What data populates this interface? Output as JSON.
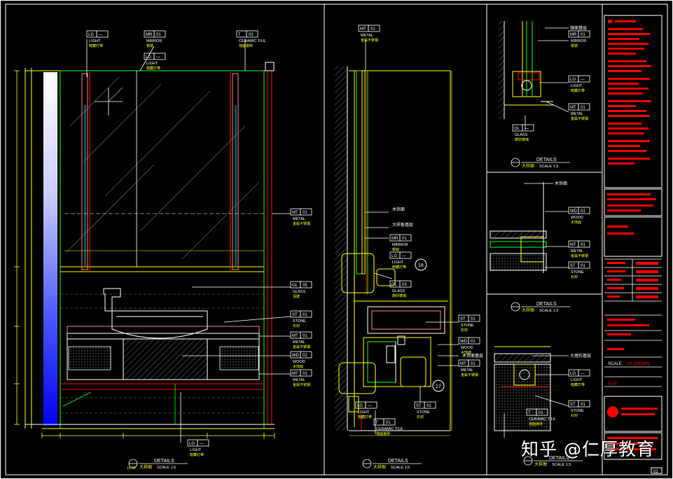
{
  "tags": {
    "left": [
      {
        "code": "LG",
        "no": "—",
        "name": "LIGHT",
        "sub": "暗藏灯带"
      },
      {
        "code": "MR",
        "no": "01",
        "name": "MIRROR",
        "sub": "银镜"
      },
      {
        "code": "LG",
        "no": "—",
        "name": "LIGHT",
        "sub": "暗藏灯带"
      },
      {
        "code": "T",
        "no": "02",
        "name": "CERAMIC TILE",
        "sub": "墙面瓷砖"
      },
      {
        "code": "MT",
        "no": "01",
        "name": "METAL",
        "sub": "金属不锈钢"
      },
      {
        "code": "GL",
        "no": "05",
        "name": "GLASS",
        "sub": "清玻"
      },
      {
        "code": "ST",
        "no": "01",
        "name": "STONE",
        "sub": "石材"
      },
      {
        "code": "MT",
        "no": "01",
        "name": "METAL",
        "sub": "金属不锈钢"
      },
      {
        "code": "WD",
        "no": "02",
        "name": "WOOD",
        "sub": "木饰面"
      },
      {
        "code": "MT",
        "no": "01",
        "name": "METAL",
        "sub": "金属不锈钢"
      },
      {
        "code": "LG",
        "no": "—",
        "name": "LIGHT",
        "sub": "暗藏灯带"
      }
    ],
    "middle": [
      {
        "code": "MT",
        "no": "01",
        "name": "METAL",
        "sub": "金属不锈钢"
      },
      {
        "code": "MR",
        "no": "01",
        "name": "MIRROR",
        "sub": "银镜"
      },
      {
        "code": "LG",
        "no": "—",
        "name": "LIGHT",
        "sub": "暗藏灯带"
      },
      {
        "code": "GL",
        "no": "03",
        "name": "GLASS",
        "sub": "磨砂玻璃"
      },
      {
        "code": "ST",
        "no": "01",
        "name": "STONE",
        "sub": "石材"
      },
      {
        "code": "WD",
        "no": "01",
        "name": "WOOD",
        "sub": "木饰面"
      },
      {
        "code": "MT",
        "no": "01",
        "name": "METAL",
        "sub": "金属不锈钢"
      },
      {
        "code": "LG",
        "no": "—",
        "name": "LIGHT",
        "sub": "暗藏灯带"
      },
      {
        "code": "ST",
        "no": "01",
        "name": "STONE",
        "sub": "石材"
      },
      {
        "code": "T",
        "no": "01",
        "name": "CERAMIC TILE",
        "sub": "墙面瓷砖"
      }
    ],
    "right": [
      {
        "code": "MR",
        "no": "01",
        "name": "MIRROR",
        "sub": "银镜"
      },
      {
        "code": "LG",
        "no": "—",
        "name": "LIGHT",
        "sub": "暗藏灯带"
      },
      {
        "code": "MT",
        "no": "01",
        "name": "METAL",
        "sub": "金属不锈钢"
      },
      {
        "code": "GL",
        "no": "—",
        "name": "GLASS",
        "sub": "磨砂玻璃"
      },
      {
        "code": "WD",
        "no": "01",
        "name": "WOOD",
        "sub": "木饰面"
      },
      {
        "code": "MT",
        "no": "01",
        "name": "METAL",
        "sub": "金属不锈钢"
      },
      {
        "code": "ST",
        "no": "01",
        "name": "STONE",
        "sub": "石材"
      },
      {
        "code": "LG",
        "no": "—",
        "name": "LIGHT",
        "sub": "暗藏灯带"
      },
      {
        "code": "ST",
        "no": "01",
        "name": "STONE",
        "sub": "石材"
      },
      {
        "code": "T",
        "no": "01",
        "name": "CERAMIC TILE",
        "sub": "墙面瓷砖"
      }
    ]
  },
  "details": [
    {
      "title": "DETAILS",
      "label": "大样图",
      "scale": "SCALE  1:5",
      "no": "13-02"
    },
    {
      "title": "DETAILS",
      "label": "大样图",
      "scale": "SCALE  1:5",
      "no": ""
    },
    {
      "title": "DETAILS",
      "label": "大样图",
      "scale": "SCALE  1:3",
      "no": ""
    },
    {
      "title": "DETAILS",
      "label": "大样图",
      "scale": "SCALE  1:3",
      "no": ""
    },
    {
      "title": "DETAILS",
      "label": "大样图",
      "scale": "SCALE  1:3",
      "no": ""
    }
  ],
  "callouts": {
    "m1": "18",
    "m2": "17"
  },
  "notes": {
    "callout_a": "大样板基层",
    "callout_b": "木饰面",
    "callout_c": "镜面基层",
    "callout_d": "木饰面基层",
    "callout_e": "大理石基层"
  },
  "title_block": {
    "scale": "SCALE",
    "scale_val": "AS SHOWN",
    "sheet": "D-21",
    "sheet_no": "02"
  },
  "watermark": "知乎 @仁厚教育",
  "colors": {
    "yellow": "#ffff00",
    "green": "#00ff00",
    "red": "#ff0000",
    "white": "#ffffff",
    "cyan": "#00ffff",
    "magenta": "#ff00ff",
    "blue": "#0000ff",
    "gray": "#8a8a8a"
  }
}
